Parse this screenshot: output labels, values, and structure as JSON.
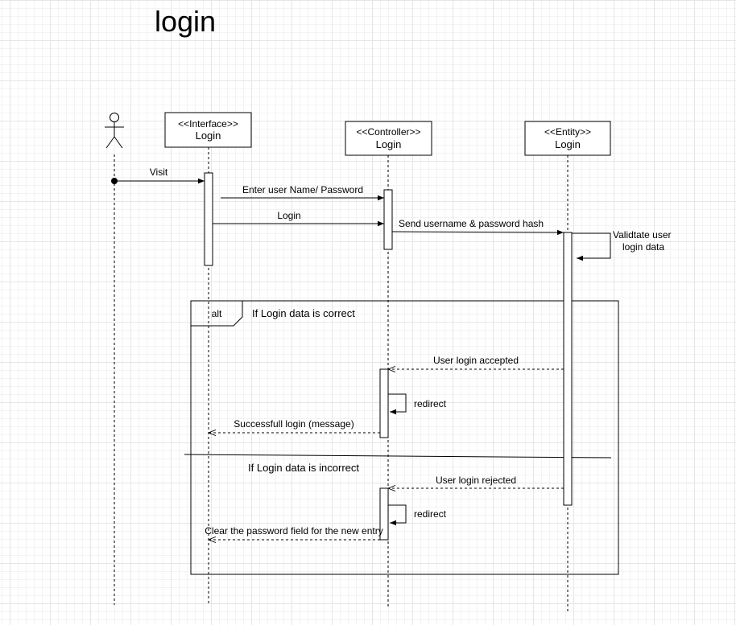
{
  "title": "login",
  "participants": [
    {
      "stereotype": "<<Interface>>",
      "name": "Login"
    },
    {
      "stereotype": "<<Controller>>",
      "name": "Login"
    },
    {
      "stereotype": "<<Entity>>",
      "name": "Login"
    }
  ],
  "messages": {
    "visit": "Visit",
    "enter_credentials": "Enter user Name/ Password",
    "login": "Login",
    "send_hash": "Send username & password hash",
    "validate_line1": "Validtate user",
    "validate_line2": "login data",
    "accepted": "User login accepted",
    "redirect_1": "redirect",
    "success": "Successfull login (message)",
    "rejected": "User login rejected",
    "redirect_2": "redirect",
    "clear_password": "Clear the password field for the new entry"
  },
  "fragment": {
    "operator": "alt",
    "condition_1": "If Login data is correct",
    "condition_2": "If Login data is incorrect"
  }
}
